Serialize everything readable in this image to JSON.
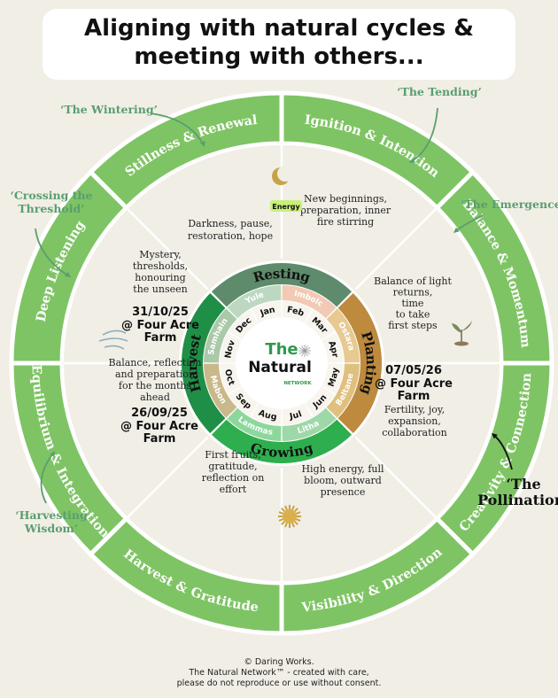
{
  "title": "Aligning with natural cycles & meeting with others...",
  "colors": {
    "outer_ring": "#7ec464",
    "ring_border": "#ffffff",
    "accent_text": "#5a9e6f",
    "resting": "#5e8b6b",
    "planting": "#bd8a3e",
    "growing": "#2eae4e",
    "harvest": "#1f8f47"
  },
  "phases": [
    {
      "label": "‘The Wintering’"
    },
    {
      "label": "‘The Tending’"
    },
    {
      "label": "‘The Emergence’"
    },
    {
      "label": "‘Crossing the Threshold’",
      "lines": [
        "‘Crossing the",
        "Threshold’"
      ]
    },
    {
      "label": "‘Harvesting Wisdom’",
      "lines": [
        "‘Harvesting",
        "Wisdom’"
      ]
    },
    {
      "label": "‘The Pollination’",
      "lines": [
        "‘The",
        "Pollination’"
      ]
    }
  ],
  "ring_segments": [
    "Stillness & Renewal",
    "Ignition & Intention",
    "Balance & Momentum",
    "Creativity & Connection",
    "Visibility & Direction",
    "Harvest & Gratitude",
    "Equilibrium & Integration",
    "Deep Listening"
  ],
  "energy_badge": "Energy",
  "descriptions": [
    {
      "lines": [
        "Darkness, pause,",
        "restoration, hope"
      ]
    },
    {
      "lines": [
        "New beginnings,",
        "preparation, inner",
        "fire stirring"
      ]
    },
    {
      "lines": [
        "Balance of light",
        "returns,",
        "time",
        "to take",
        "first steps"
      ]
    },
    {
      "lines": [
        "Fertility, joy,",
        "expansion,",
        "collaboration"
      ]
    },
    {
      "lines": [
        "High energy, full",
        "bloom, outward",
        "presence"
      ]
    },
    {
      "lines": [
        "First fruits,",
        "gratitude,",
        "reflection on",
        "effort"
      ]
    },
    {
      "lines": [
        "Balance, reflection",
        "and preparation",
        "for the months",
        "ahead"
      ]
    },
    {
      "lines": [
        "Mystery,",
        "thresholds,",
        "honouring",
        "the unseen"
      ]
    }
  ],
  "events": [
    {
      "date": "31/10/25",
      "place_lines": [
        "@ Four Acre",
        "Farm"
      ]
    },
    {
      "date": "07/05/26",
      "place_lines": [
        "@ Four Acre",
        "Farm"
      ]
    },
    {
      "date": "26/09/25",
      "place_lines": [
        "@ Four Acre",
        "Farm"
      ]
    }
  ],
  "seasons": [
    "Resting",
    "Planting",
    "Growing",
    "Harvest"
  ],
  "festivals": [
    "Yule",
    "Imbolc",
    "Ostara",
    "Beltane",
    "Litha",
    "Lammas",
    "Mabon",
    "Samhain"
  ],
  "months": [
    "Jan",
    "Feb",
    "Mar",
    "Apr",
    "May",
    "Jun",
    "Jul",
    "Aug",
    "Sep",
    "Oct",
    "Nov",
    "Dec"
  ],
  "center": {
    "line1": "The",
    "line2": "Natural",
    "line3": "NETWORK"
  },
  "footer": [
    "© Daring Works.",
    "The Natural Network™ - created with care,",
    "please do not reproduce or use without consent."
  ]
}
